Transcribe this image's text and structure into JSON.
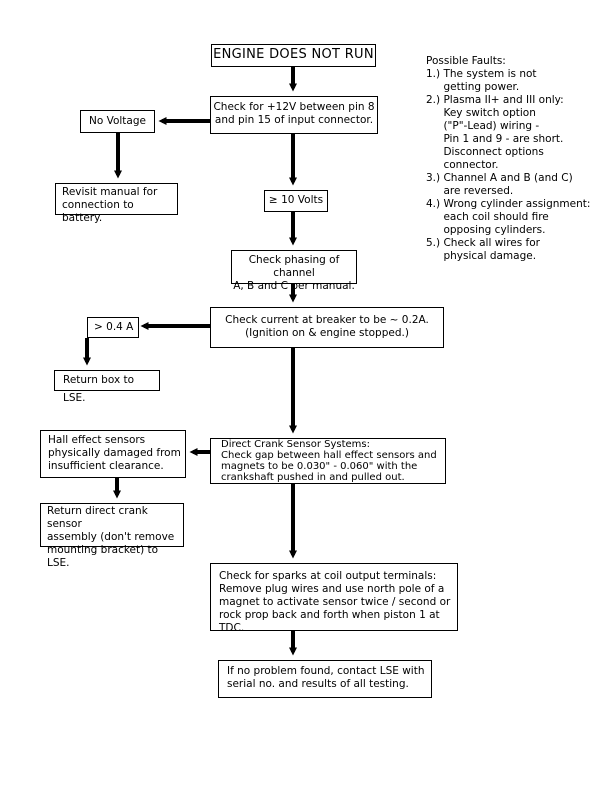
{
  "flowchart": {
    "start": "ENGINE DOES NOT RUN",
    "check_voltage": [
      "Check for +12V between pin 8",
      "and pin 15 of input connector."
    ],
    "no_voltage": "No Voltage",
    "revisit": [
      "Revisit manual for",
      "connection to battery."
    ],
    "ten_volts": "10 Volts",
    "ten_volts_sym": "≥",
    "phasing": [
      "Check phasing of channel",
      "A, B and C per manual."
    ],
    "current": [
      "Check current at breaker to be ~ 0.2A.",
      "(Ignition on & engine stopped.)"
    ],
    "over_current": "> 0.4 A",
    "return_box": "Return box to LSE.",
    "crank": [
      "Direct Crank Sensor Systems:",
      "Check gap between hall effect sensors and",
      "magnets to be 0.030\" - 0.060\" with the",
      "crankshaft pushed in and pulled out."
    ],
    "hall": [
      "Hall effect sensors",
      "physically damaged from",
      "insufficient clearance."
    ],
    "return_crank": [
      "Return direct crank sensor",
      "assembly (don't remove",
      "mounting bracket) to LSE."
    ],
    "sparks": [
      "Check for sparks at coil output terminals:",
      "Remove plug wires and use north pole of a",
      "magnet to activate sensor twice / second or",
      "rock prop back and forth when piston 1 at TDC."
    ],
    "no_problem": [
      "If no problem found, contact LSE with",
      "serial no. and results of all testing."
    ]
  },
  "faults": {
    "title": "Possible Faults:",
    "items": [
      {
        "num": "1.) ",
        "lines": [
          "The system is not",
          "getting power."
        ]
      },
      {
        "num": "2.) ",
        "lines": [
          "Plasma II+ and III only:",
          "Key switch option",
          "(\"P\"-Lead) wiring -",
          "Pin 1 and 9 - are short.",
          "Disconnect options",
          "connector."
        ]
      },
      {
        "num": "3.) ",
        "lines": [
          "Channel A and B (and C)",
          "are reversed."
        ]
      },
      {
        "num": "4.) ",
        "lines": [
          "Wrong cylinder assignment:",
          "each coil should fire",
          "opposing cylinders."
        ]
      },
      {
        "num": "5.) ",
        "lines": [
          "Check all wires for",
          "physical damage."
        ]
      }
    ]
  }
}
